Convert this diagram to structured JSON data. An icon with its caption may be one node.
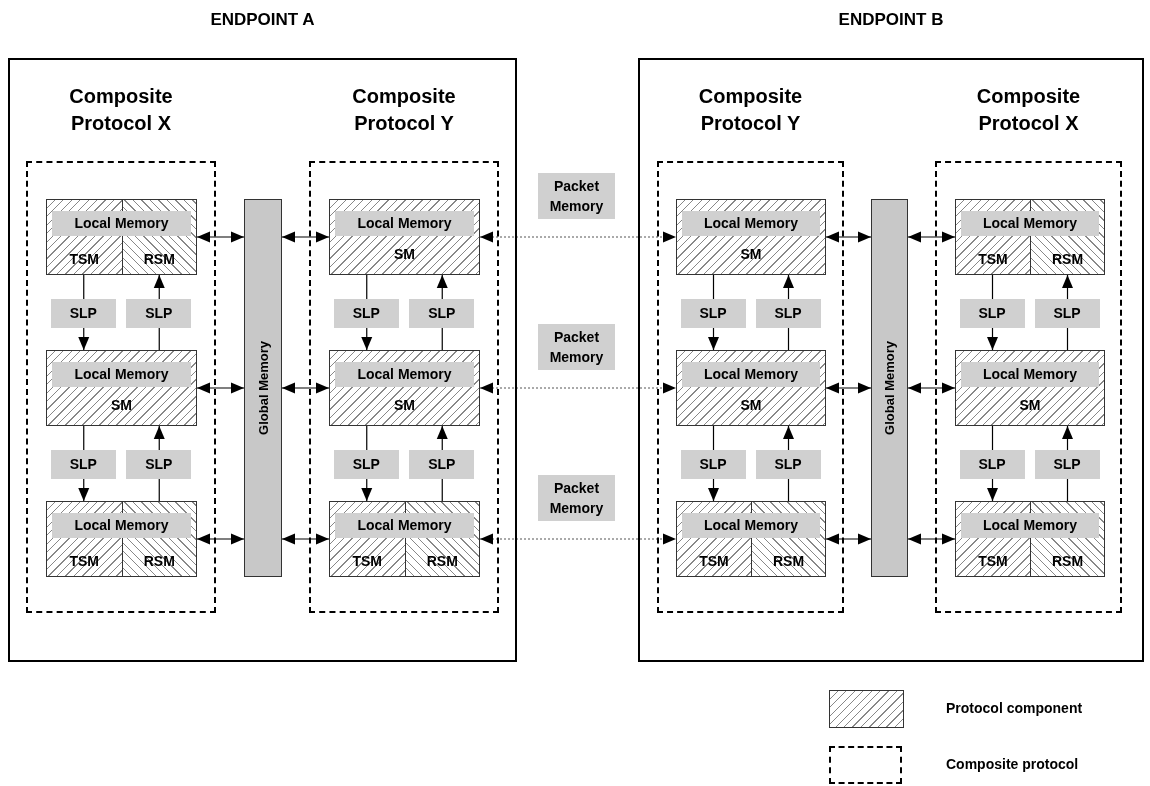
{
  "diagram": {
    "nodes": [
      {
        "text": [
          "ENDPOINT A"
        ]
      },
      {
        "text": [
          "Composite Protocol X"
        ],
        "in": 0
      },
      {
        "text": [
          "Local Memory",
          "TSM",
          "RSM"
        ],
        "in": 1
      },
      {
        "text": [
          "Local Memory",
          "SM"
        ],
        "in": 1
      },
      {
        "text": [
          "Local Memory",
          "TSM",
          "RSM"
        ],
        "in": 1
      },
      {
        "text": [
          "Global Memory"
        ],
        "in": 0
      },
      {
        "text": [
          "Composite Protocol Y"
        ],
        "in": 0
      },
      {
        "text": [
          "Local Memory",
          "SM"
        ],
        "in": 6
      },
      {
        "text": [
          "Local Memory",
          "SM"
        ],
        "in": 6
      },
      {
        "text": [
          "Local Memory",
          "TSM",
          "RSM"
        ],
        "in": 6
      },
      {
        "text": [
          "ENDPOINT B"
        ]
      },
      {
        "text": [
          "Composite Protocol Y"
        ],
        "in": 10
      },
      {
        "text": [
          "Local Memory",
          "SM"
        ],
        "in": 11
      },
      {
        "text": [
          "Local Memory",
          "SM"
        ],
        "in": 11
      },
      {
        "text": [
          "Local Memory",
          "TSM",
          "RSM"
        ],
        "in": 11
      },
      {
        "text": [
          "Global Memory"
        ],
        "in": 10
      },
      {
        "text": [
          "Composite Protocol X"
        ],
        "in": 10
      },
      {
        "text": [
          "Local Memory",
          "TSM",
          "RSM"
        ],
        "in": 16
      },
      {
        "text": [
          "Local Memory",
          "SM"
        ],
        "in": 16
      },
      {
        "text": [
          "Local Memory",
          "TSM",
          "RSM"
        ],
        "in": 16
      }
    ],
    "edges": [
      {
        "from": 2,
        "to": 3,
        "arrow": "to",
        "label": "SLP"
      },
      {
        "from": 3,
        "to": 2,
        "arrow": "to",
        "label": "SLP"
      },
      {
        "from": 3,
        "to": 4,
        "arrow": "to",
        "label": "SLP"
      },
      {
        "from": 4,
        "to": 3,
        "arrow": "to",
        "label": "SLP"
      },
      {
        "from": 2,
        "to": 5,
        "arrow": "both"
      },
      {
        "from": 3,
        "to": 5,
        "arrow": "both"
      },
      {
        "from": 4,
        "to": 5,
        "arrow": "both"
      },
      {
        "from": 5,
        "to": 7,
        "arrow": "both"
      },
      {
        "from": 5,
        "to": 8,
        "arrow": "both"
      },
      {
        "from": 5,
        "to": 9,
        "arrow": "both"
      },
      {
        "from": 7,
        "to": 8,
        "arrow": "to",
        "label": "SLP"
      },
      {
        "from": 8,
        "to": 7,
        "arrow": "to",
        "label": "SLP"
      },
      {
        "from": 8,
        "to": 9,
        "arrow": "to",
        "label": "SLP"
      },
      {
        "from": 9,
        "to": 8,
        "arrow": "to",
        "label": "SLP"
      },
      {
        "from": 7,
        "to": 12,
        "arrow": "both",
        "label": "Packet Memory",
        "style": "dashed"
      },
      {
        "from": 8,
        "to": 13,
        "arrow": "both",
        "label": "Packet Memory",
        "style": "dashed"
      },
      {
        "from": 9,
        "to": 14,
        "arrow": "both",
        "label": "Packet Memory",
        "style": "dashed"
      },
      {
        "from": 12,
        "to": 13,
        "arrow": "to",
        "label": "SLP"
      },
      {
        "from": 13,
        "to": 12,
        "arrow": "to",
        "label": "SLP"
      },
      {
        "from": 13,
        "to": 14,
        "arrow": "to",
        "label": "SLP"
      },
      {
        "from": 14,
        "to": 13,
        "arrow": "to",
        "label": "SLP"
      },
      {
        "from": 12,
        "to": 15,
        "arrow": "both"
      },
      {
        "from": 13,
        "to": 15,
        "arrow": "both"
      },
      {
        "from": 14,
        "to": 15,
        "arrow": "both"
      },
      {
        "from": 15,
        "to": 17,
        "arrow": "both"
      },
      {
        "from": 15,
        "to": 18,
        "arrow": "both"
      },
      {
        "from": 15,
        "to": 19,
        "arrow": "both"
      },
      {
        "from": 17,
        "to": 18,
        "arrow": "to",
        "label": "SLP"
      },
      {
        "from": 18,
        "to": 17,
        "arrow": "to",
        "label": "SLP"
      },
      {
        "from": 18,
        "to": 19,
        "arrow": "to",
        "label": "SLP"
      },
      {
        "from": 19,
        "to": 18,
        "arrow": "to",
        "label": "SLP"
      }
    ],
    "legend": [
      {
        "text": "Protocol component"
      },
      {
        "text": "Composite protocol"
      }
    ]
  }
}
